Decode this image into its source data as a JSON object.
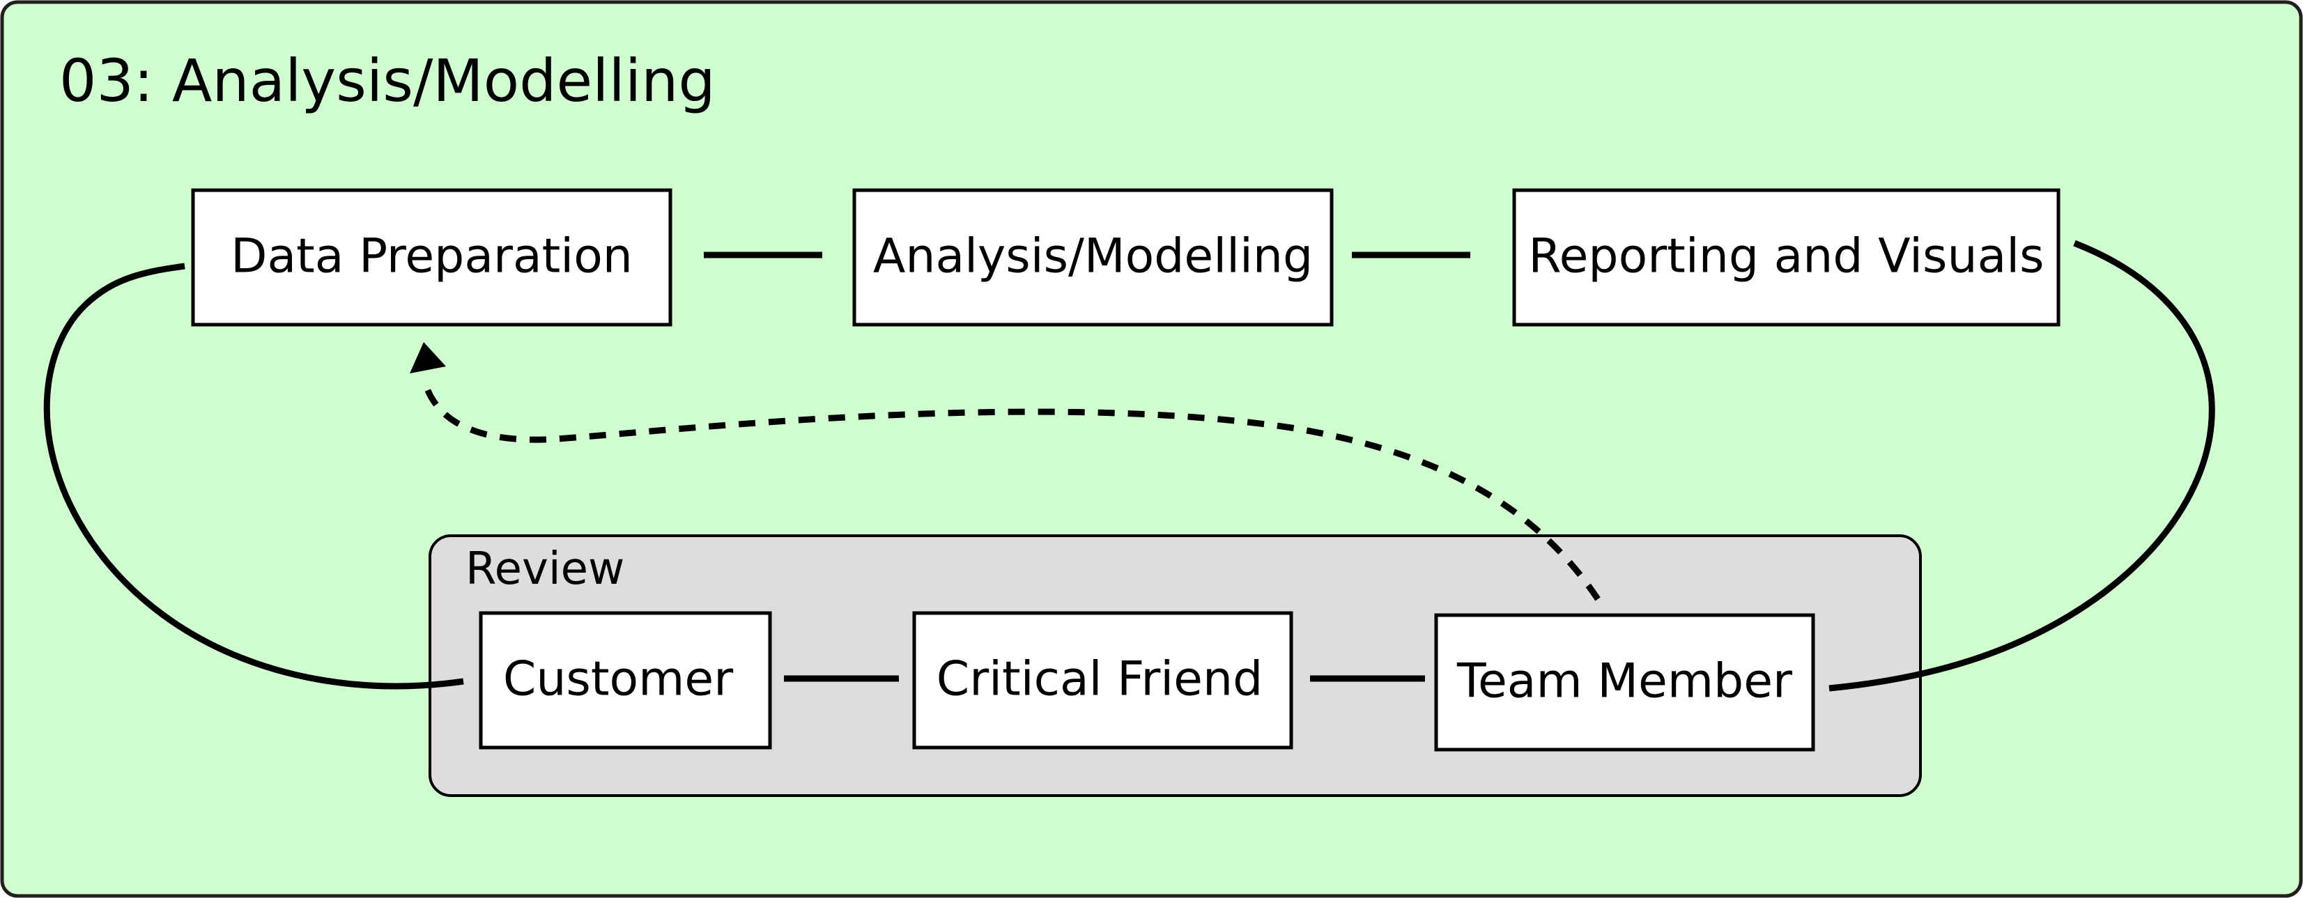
{
  "diagram": {
    "title": "03: Analysis/Modelling",
    "colors": {
      "background": "#d0fdd0",
      "border": "#231f1c",
      "node_fill": "#ffffff",
      "review_fill": "#dddddd",
      "stroke": "#000000"
    },
    "nodes": {
      "data_preparation": "Data Preparation",
      "analysis_modelling": "Analysis/Modelling",
      "reporting_visuals": "Reporting and Visuals",
      "customer": "Customer",
      "critical_friend": "Critical Friend",
      "team_member": "Team Member"
    },
    "review_group": {
      "label": "Review"
    },
    "edges": [
      {
        "from": "Data Preparation",
        "to": "Analysis/Modelling",
        "style": "solid"
      },
      {
        "from": "Analysis/Modelling",
        "to": "Reporting and Visuals",
        "style": "solid"
      },
      {
        "from": "Reporting and Visuals",
        "to": "Team Member",
        "style": "solid"
      },
      {
        "from": "Team Member",
        "to": "Critical Friend",
        "style": "solid"
      },
      {
        "from": "Critical Friend",
        "to": "Customer",
        "style": "solid"
      },
      {
        "from": "Customer",
        "to": "Data Preparation",
        "style": "solid"
      },
      {
        "from": "Team Member",
        "to": "Data Preparation",
        "style": "dashed"
      }
    ]
  }
}
